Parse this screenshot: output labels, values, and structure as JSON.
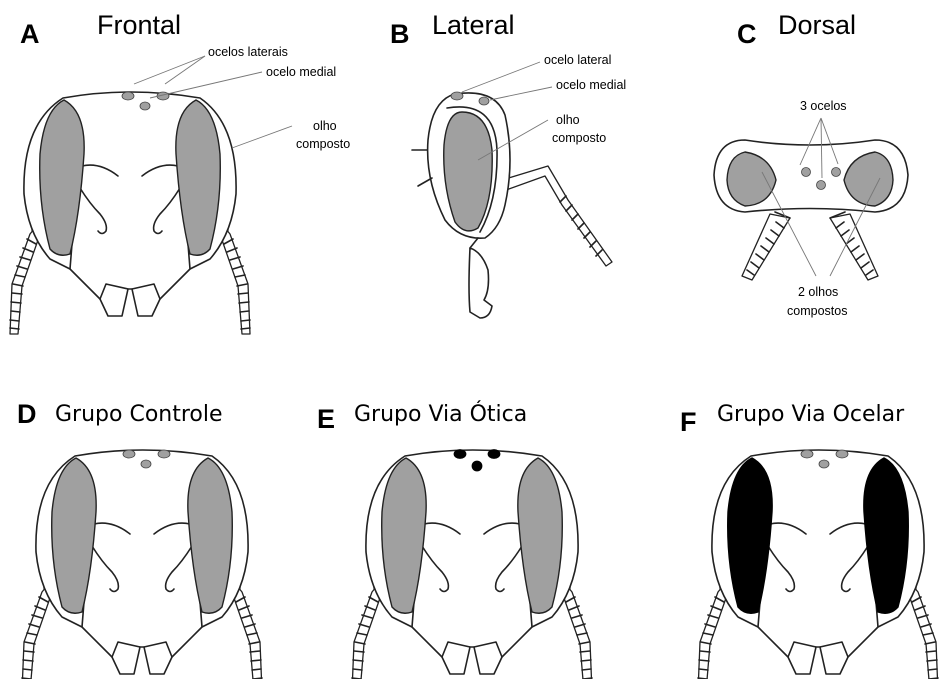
{
  "panels": {
    "a": {
      "letter": "A",
      "title": "Frontal"
    },
    "b": {
      "letter": "B",
      "title": "Lateral"
    },
    "c": {
      "letter": "C",
      "title": "Dorsal"
    },
    "d": {
      "letter": "D",
      "title": "Grupo Controle",
      "eyes": "normal",
      "ocelli": "normal"
    },
    "e": {
      "letter": "E",
      "title": "Grupo Via Ótica",
      "eyes": "normal",
      "ocelli": "black"
    },
    "f": {
      "letter": "F",
      "title": "Grupo Via Ocelar",
      "eyes": "black",
      "ocelli": "normal"
    }
  },
  "annotations": {
    "a": {
      "lateral_ocelli": "ocelos laterais",
      "medial_ocellus": "ocelo medial",
      "compound_eye_line1": "olho",
      "compound_eye_line2": "composto"
    },
    "b": {
      "lateral_ocellus": "ocelo lateral",
      "medial_ocellus": "ocelo medial",
      "compound_eye_line1": "olho",
      "compound_eye_line2": "composto"
    },
    "c": {
      "ocelli": "3 ocelos",
      "compound_eyes_line1": "2 olhos",
      "compound_eyes_line2": "compostos"
    }
  },
  "colors": {
    "normal_fill": "#a0a0a0",
    "painted_fill": "#000000",
    "outline": "#222222",
    "leader": "#777777"
  }
}
